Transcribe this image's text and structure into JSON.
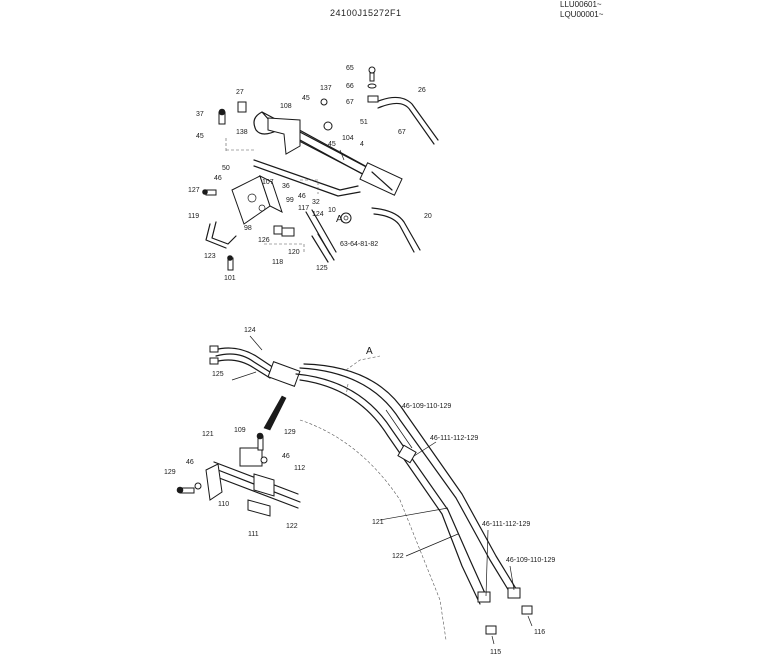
{
  "header": {
    "drawing_code": "24100J15272F1",
    "serial_1": "LLU00601~",
    "serial_2": "LQU00001~"
  },
  "labels": {
    "upper": [
      "65",
      "66",
      "67",
      "26",
      "137",
      "45",
      "108",
      "27",
      "37",
      "45",
      "138",
      "51",
      "67",
      "104",
      "45",
      "4",
      "50",
      "46",
      "107",
      "36",
      "46",
      "32",
      "10",
      "127",
      "99",
      "117",
      "124",
      "119",
      "98",
      "126",
      "A",
      "20",
      "63-64-81-82",
      "120",
      "118",
      "123",
      "125",
      "101"
    ],
    "lower": [
      "124",
      "A",
      "125",
      "46-109-110-129",
      "109",
      "129",
      "121",
      "46",
      "46-111-112-129",
      "112",
      "129",
      "46",
      "110",
      "121",
      "111",
      "122",
      "46-111-112-129",
      "122",
      "46-109-110-129",
      "116",
      "115"
    ]
  }
}
